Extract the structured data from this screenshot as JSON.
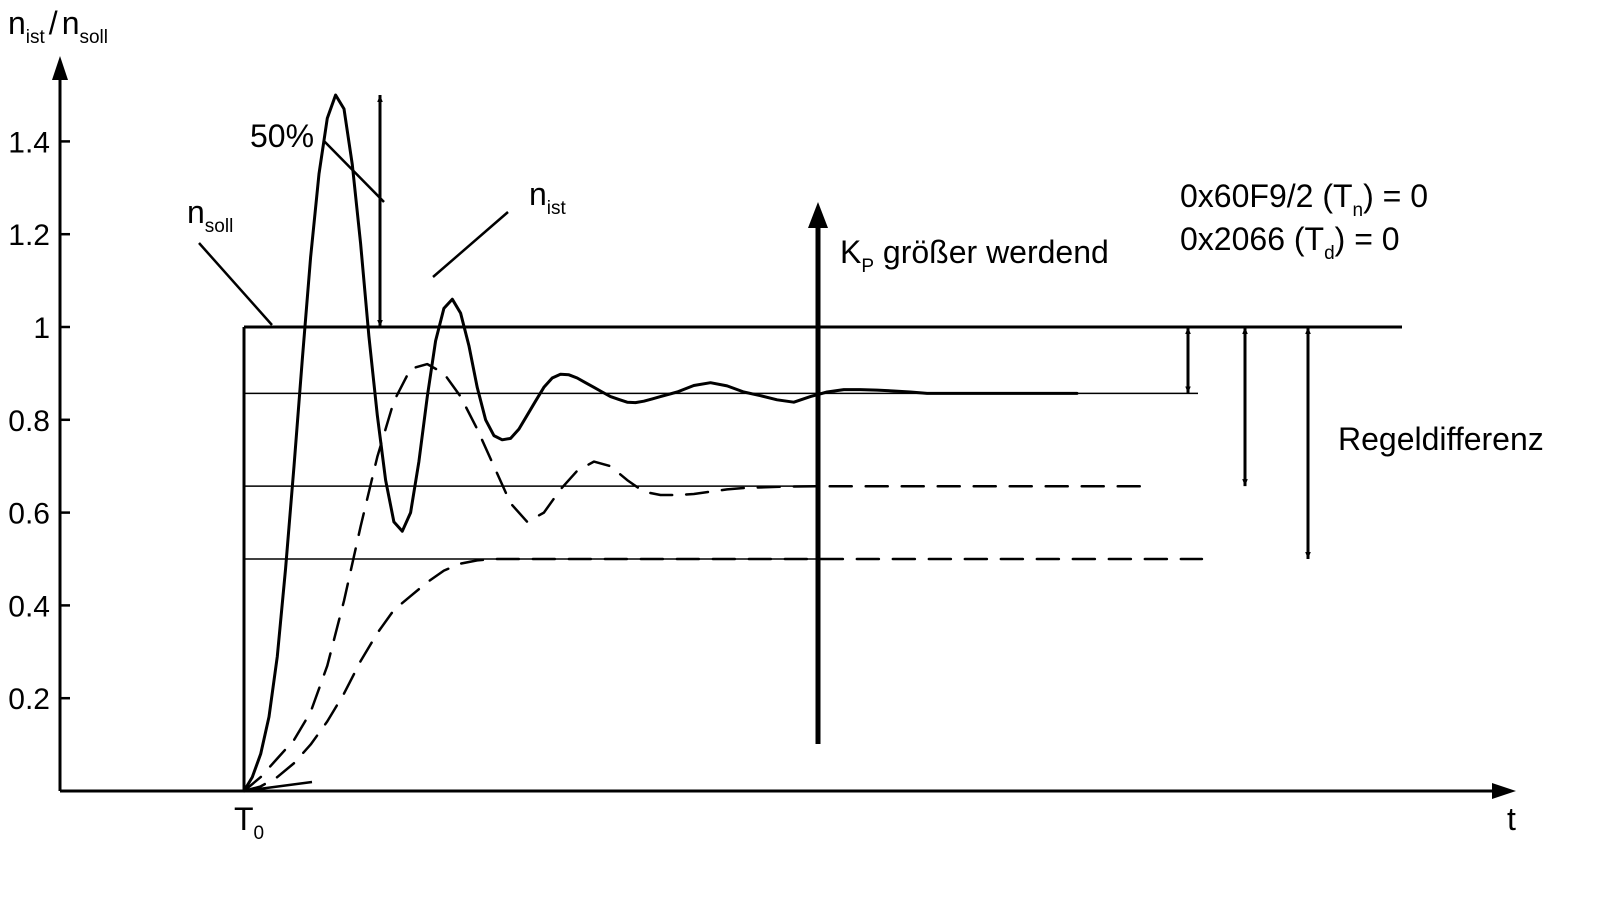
{
  "chart_data": {
    "type": "line",
    "y_axis": {
      "label_main": "n",
      "label_sub1": "ist",
      "label_slash": "/",
      "label_main2": "n",
      "label_sub2": "soll",
      "ticks": [
        "0.2",
        "0.4",
        "0.6",
        "0.8",
        "1",
        "1.2",
        "1.4"
      ],
      "tick_values": [
        0.2,
        0.4,
        0.6,
        0.8,
        1.0,
        1.2,
        1.4
      ],
      "ylim": [
        0,
        1.55
      ]
    },
    "x_axis": {
      "label": "t",
      "t0_main": "T",
      "t0_sub": "0",
      "xlim": [
        -1.8,
        12.7
      ]
    },
    "reference": {
      "name_main": "n",
      "name_sub": "soll",
      "value": 1.0,
      "x": [
        0,
        11.5
      ]
    },
    "levels": [
      0.857,
      0.657,
      0.5
    ],
    "series": [
      {
        "style": "solid",
        "x": [
          0,
          0.1,
          0.2,
          0.3,
          0.4,
          0.5,
          0.6,
          0.7,
          0.8,
          0.9,
          1.0,
          1.1,
          1.2,
          1.3,
          1.4,
          1.5,
          1.6,
          1.7,
          1.8,
          1.9,
          2.0,
          2.1,
          2.2,
          2.3,
          2.4,
          2.5,
          2.6,
          2.7,
          2.8,
          2.9,
          3.0,
          3.1,
          3.2,
          3.3,
          3.4,
          3.5,
          3.6,
          3.7,
          3.8,
          3.9,
          4.0,
          4.1,
          4.2,
          4.3,
          4.4,
          4.5,
          4.6,
          4.7,
          4.8,
          4.9,
          5.0,
          5.2,
          5.4,
          5.6,
          5.8,
          6.0,
          6.2,
          6.4,
          6.6,
          6.8,
          7.0,
          7.2,
          7.4,
          7.6,
          7.8,
          8.0,
          8.2,
          8.4,
          8.6,
          8.8,
          9.0,
          9.2,
          9.4,
          9.6,
          9.8,
          10.0
        ],
        "y": [
          0,
          0.03,
          0.08,
          0.16,
          0.29,
          0.48,
          0.7,
          0.93,
          1.15,
          1.33,
          1.45,
          1.5,
          1.47,
          1.35,
          1.18,
          0.98,
          0.81,
          0.67,
          0.58,
          0.56,
          0.6,
          0.71,
          0.85,
          0.97,
          1.04,
          1.06,
          1.03,
          0.96,
          0.87,
          0.8,
          0.766,
          0.757,
          0.76,
          0.78,
          0.81,
          0.84,
          0.87,
          0.89,
          0.898,
          0.897,
          0.89,
          0.88,
          0.87,
          0.86,
          0.85,
          0.844,
          0.838,
          0.837,
          0.84,
          0.845,
          0.85,
          0.86,
          0.874,
          0.88,
          0.873,
          0.86,
          0.852,
          0.843,
          0.838,
          0.85,
          0.86,
          0.865,
          0.865,
          0.864,
          0.862,
          0.86,
          0.857,
          0.857,
          0.857,
          0.857,
          0.857,
          0.857,
          0.857,
          0.857,
          0.857,
          0.857
        ]
      },
      {
        "style": "dashed",
        "x": [
          0,
          0.2,
          0.4,
          0.6,
          0.8,
          1.0,
          1.2,
          1.4,
          1.6,
          1.8,
          2.0,
          2.2,
          2.4,
          2.6,
          2.8,
          3.0,
          3.2,
          3.4,
          3.6,
          3.8,
          4.0,
          4.2,
          4.4,
          4.6,
          4.8,
          5.0,
          5.2,
          5.4,
          5.6,
          5.8,
          6.0,
          6.5,
          7.0,
          7.5,
          8.0,
          8.5,
          9.0,
          9.5,
          10.0,
          10.5,
          10.9
        ],
        "y": [
          0,
          0.03,
          0.07,
          0.11,
          0.17,
          0.27,
          0.41,
          0.57,
          0.72,
          0.84,
          0.91,
          0.92,
          0.9,
          0.85,
          0.78,
          0.7,
          0.62,
          0.58,
          0.6,
          0.65,
          0.69,
          0.71,
          0.7,
          0.67,
          0.645,
          0.638,
          0.638,
          0.64,
          0.645,
          0.65,
          0.653,
          0.656,
          0.657,
          0.657,
          0.657,
          0.657,
          0.657,
          0.657,
          0.657,
          0.657,
          0.657
        ]
      },
      {
        "style": "dashed",
        "x": [
          0,
          0.2,
          0.4,
          0.6,
          0.8,
          1.0,
          1.2,
          1.4,
          1.6,
          1.8,
          2.0,
          2.2,
          2.4,
          2.6,
          2.8,
          3.0,
          3.5,
          4.0,
          4.5,
          5.0,
          5.5,
          6.0,
          6.5,
          7.0,
          7.5,
          8.0,
          8.5,
          9.0,
          9.5,
          10.0,
          10.5,
          11.0,
          11.5
        ],
        "y": [
          0,
          0.01,
          0.03,
          0.06,
          0.1,
          0.15,
          0.21,
          0.28,
          0.34,
          0.39,
          0.42,
          0.45,
          0.475,
          0.49,
          0.497,
          0.5,
          0.5,
          0.5,
          0.5,
          0.5,
          0.5,
          0.5,
          0.5,
          0.5,
          0.5,
          0.5,
          0.5,
          0.5,
          0.5,
          0.5,
          0.5,
          0.5,
          0.5
        ]
      }
    ],
    "annotations": {
      "overshoot": "50%",
      "n_ist_main": "n",
      "n_ist_sub": "ist",
      "kp_main": "K",
      "kp_sub": "P",
      "kp_rest": " größer werdend",
      "param1_pre": "0x60F9/2 (T",
      "param1_sub": "n",
      "param1_post": ") = 0",
      "param2_pre": "0x2066 (T",
      "param2_sub": "d",
      "param2_post": ") = 0",
      "regeldifferenz": "Regeldifferenz"
    },
    "colors": {
      "ink": "#000000"
    }
  }
}
